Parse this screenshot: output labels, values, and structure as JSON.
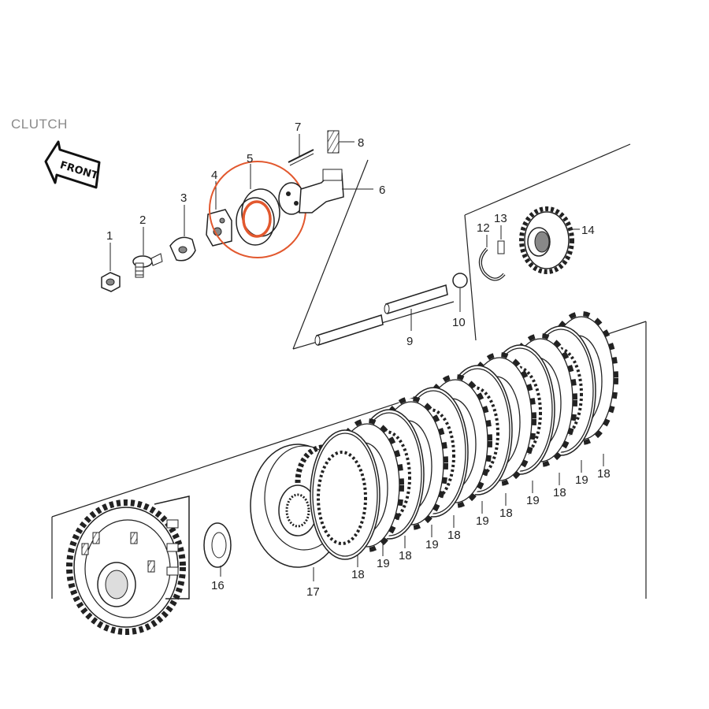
{
  "title": "CLUTCH",
  "front_label": "FRONT",
  "highlight_color": "#e2582e",
  "part_labels": {
    "p1": "1",
    "p2": "2",
    "p3": "3",
    "p4": "4",
    "p5": "5",
    "p6": "6",
    "p7": "7",
    "p8": "8",
    "p9": "9",
    "p10": "10",
    "p12": "12",
    "p13": "13",
    "p14": "14",
    "p16": "16",
    "p17": "17",
    "p18": "18",
    "p19": "19"
  }
}
